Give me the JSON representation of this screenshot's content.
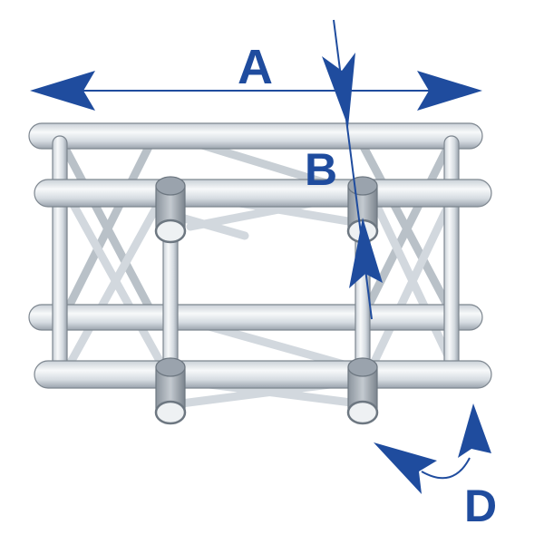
{
  "diagram": {
    "subject": "truss-corner-section",
    "labels": {
      "a": "A",
      "b": "B",
      "d": "D"
    },
    "colors": {
      "dimension": "#1f4c9e",
      "tube_light": "#f4f6f8",
      "tube_dark": "#9aa3ad",
      "outline": "#6d7781"
    }
  }
}
